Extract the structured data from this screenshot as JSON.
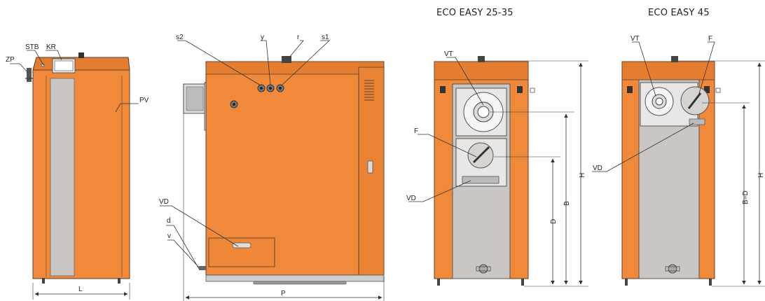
{
  "titles": {
    "eco_easy_25_35": "ECO EASY 25-35",
    "eco_easy_45": "ECO EASY 45"
  },
  "labels": {
    "zp": "ZP",
    "stb": "STB",
    "kr": "KR",
    "pv": "PV",
    "l": "L",
    "s2": "s2",
    "y": "y",
    "r": "r",
    "s1": "s1",
    "vd": "VD",
    "d_small": "d",
    "v": "v",
    "p": "P",
    "vt": "VT",
    "f": "F",
    "d_dim": "D",
    "b": "B",
    "h": "H",
    "b_eq_d": "B=D"
  },
  "colors": {
    "orange": "#f0893a",
    "orange_dark": "#d9712a",
    "grey_panel": "#c9c6c3",
    "outline": "#5a4030",
    "dim_line": "#333333"
  }
}
